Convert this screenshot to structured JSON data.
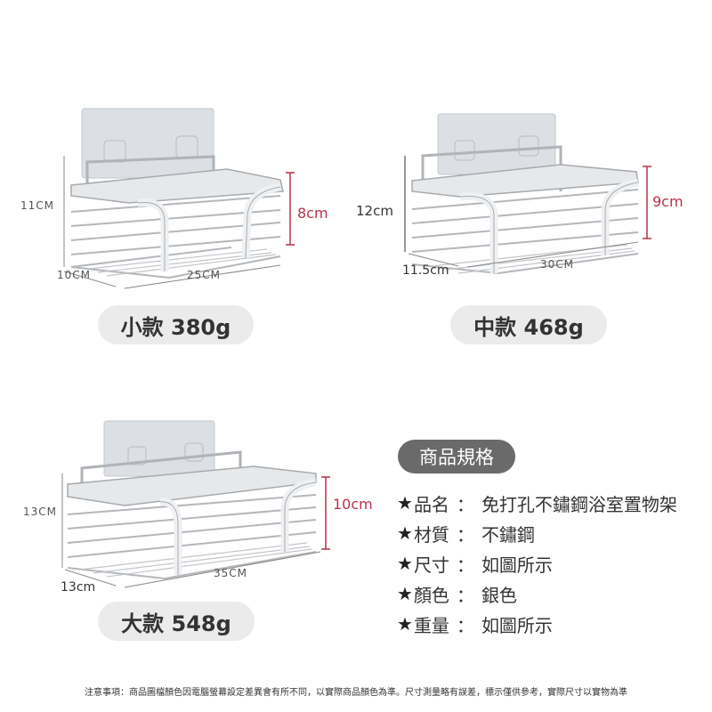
{
  "colors": {
    "background": "#ffffff",
    "pill_bg": "#ebebeb",
    "spec_header_bg": "#6a6a6a",
    "accent_red": "#b8314a",
    "metal": "#c9cbce",
    "plate": "#dcdfe3"
  },
  "products": [
    {
      "id": "small",
      "label": "小款 380g",
      "height_total": "11CM",
      "depth": "10CM",
      "width": "25CM",
      "basket_height": "8cm"
    },
    {
      "id": "medium",
      "label": "中款 468g",
      "height_total": "12cm",
      "depth": "11.5cm",
      "width": "30CM",
      "basket_height": "9cm"
    },
    {
      "id": "large",
      "label": "大款 548g",
      "height_total": "13CM",
      "depth": "13cm",
      "width": "35CM",
      "basket_height": "10cm"
    }
  ],
  "specs": {
    "title": "商品規格",
    "star_icon": "★",
    "separator": "：",
    "items": [
      {
        "key": "品名",
        "value": "免打孔不鏽鋼浴室置物架"
      },
      {
        "key": "材質",
        "value": "不鏽鋼"
      },
      {
        "key": "尺寸",
        "value": "如圖所示"
      },
      {
        "key": "顏色",
        "value": "銀色"
      },
      {
        "key": "重量",
        "value": "如圖所示"
      }
    ]
  },
  "footer": {
    "note": "注意事項：商品圖檔顏色因電腦螢幕設定差異會有所不同，以實際商品顏色為準。尺寸測量略有誤差，標示僅供參考，實際尺寸以實物為準"
  }
}
